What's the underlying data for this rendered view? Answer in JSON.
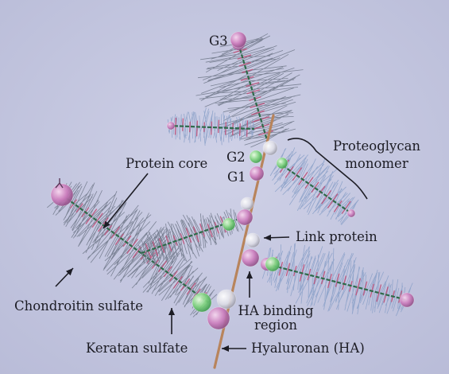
{
  "colors": {
    "background": "#c6c8e0",
    "hyaluronan": "#b8845c",
    "chondroitin_bristle": "#6f7788",
    "chondroitin_bristle_blue": "#8aa0c8",
    "keratan_sulfate": "#c05078",
    "protein_core": "#2e6a4a",
    "globule_pink": "#cc7fbe",
    "globule_green": "#7fd37f",
    "link_protein": "#e6e6ee",
    "label_text": "#1c1c24"
  },
  "labels": {
    "g3": "G3",
    "g2": "G2",
    "g1": "G1",
    "protein_core": "Protein core",
    "proteoglycan_monomer_line1": "Proteoglycan",
    "proteoglycan_monomer_line2": "monomer",
    "link_protein": "Link protein",
    "chondroitin_sulfate": "Chondroitin sulfate",
    "ha_binding_region_line1": "HA binding",
    "ha_binding_region_line2": "region",
    "keratan_sulfate": "Keratan sulfate",
    "hyaluronan": "Hyaluronan (HA)"
  }
}
